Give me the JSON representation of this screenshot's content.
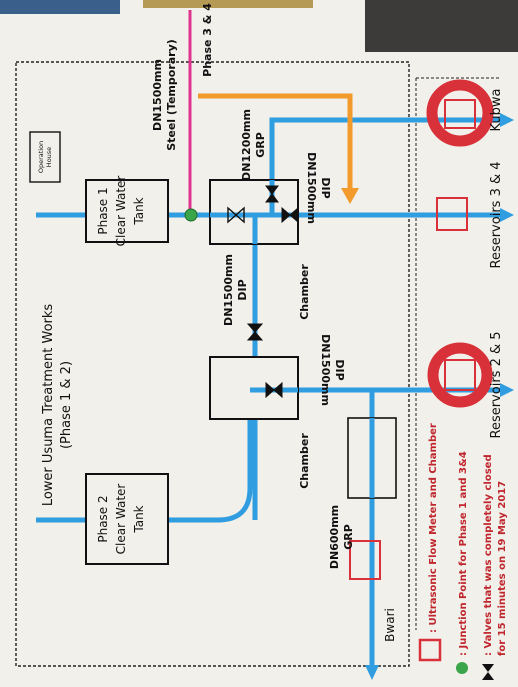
{
  "title": {
    "line1": "Lower Usuma Treatment Works",
    "line2": "(Phase 1 & 2)"
  },
  "operation_house": {
    "line1": "Operation",
    "line2": "House"
  },
  "tanks": {
    "phase1": {
      "line1": "Phase 1",
      "line2": "Clear Water",
      "line3": "Tank"
    },
    "phase2": {
      "line1": "Phase 2",
      "line2": "Clear Water",
      "line3": "Tank"
    }
  },
  "chambers": {
    "upper": "Chamber",
    "lower": "Chamber"
  },
  "pipes": {
    "steel_line1": "DN1500mm",
    "steel_line2": "Steel (Temporary)",
    "phase34": "Phase 3 & 4",
    "grp1200_line1": "DN1200mm",
    "grp1200_line2": "GRP",
    "dip_upper_line1": "DN1500mm",
    "dip_upper_line2": "DIP",
    "dip_mid_line1": "DN1500mm",
    "dip_mid_line2": "DIP",
    "dip_lower_line1": "DN1500mm",
    "dip_lower_line2": "DIP",
    "grp600_line1": "DN600mm",
    "grp600_line2": "GRP"
  },
  "destinations": {
    "kubwa": "Kubwa",
    "reservoirs34": "Reservoirs 3 & 4",
    "reservoirs25": "Reservoirs 2 & 5",
    "bwari": "Bwari"
  },
  "legend": {
    "flowmeter": ": Ultrasonic Flow Meter and Chamber",
    "junction": ": Junction Point for Phase 1 and 3&4",
    "valves_line1": ": Valves that was completely closed",
    "valves_line2": "for 15 minutes on 19 May 2017"
  },
  "colors": {
    "pipe": "#2f9de0",
    "steel": "#e0338f",
    "phase34": "#f39a2c",
    "meter": "#d8313a",
    "junction": "#3aa54a",
    "border": "#222222"
  }
}
